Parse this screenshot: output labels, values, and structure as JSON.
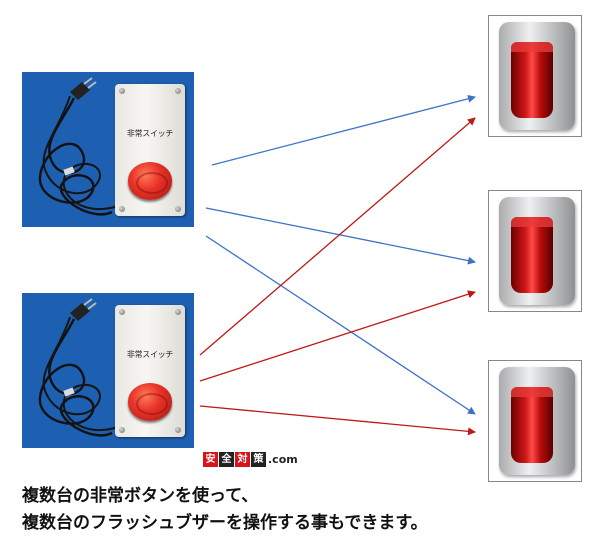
{
  "switches": [
    {
      "label": "非常スイッチ"
    },
    {
      "label": "非常スイッチ"
    }
  ],
  "buzzers": [
    {},
    {},
    {}
  ],
  "logo": {
    "blocks": [
      "安",
      "全",
      "対",
      "策"
    ],
    "suffix": ".com"
  },
  "caption": {
    "line1": "複数台の非常ボタンを使って、",
    "line2": "複数台のフラッシュブザーを操作する事もできます。"
  },
  "colors": {
    "switch_bg": "#1d5fb0",
    "arrow_blue": "#3b73c6",
    "arrow_red": "#c01818"
  }
}
